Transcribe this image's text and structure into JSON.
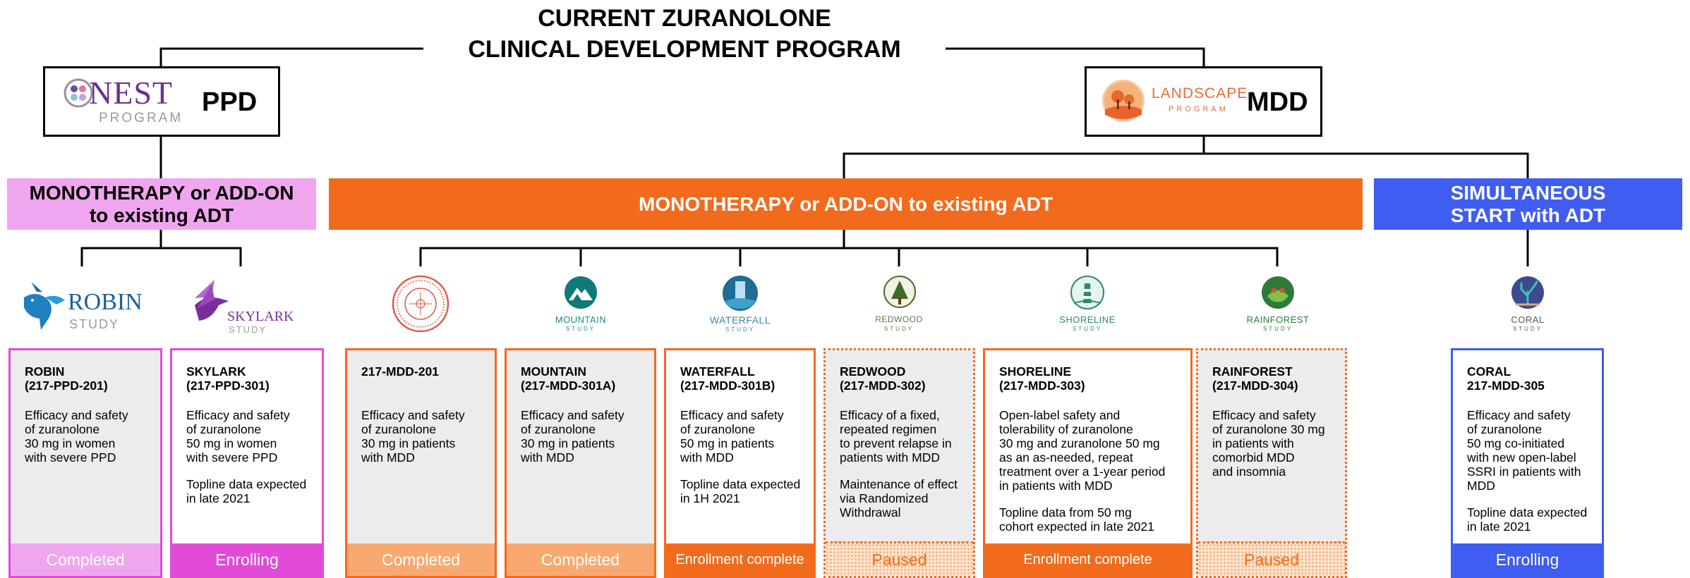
{
  "title": {
    "line1": "CURRENT ZURANOLONE",
    "line2": "CLINICAL DEVELOPMENT PROGRAM"
  },
  "colors": {
    "pink": "#f0a6ee",
    "magenta": "#e24ad8",
    "orange": "#f26b1d",
    "light_orange": "#f9a870",
    "blue": "#3f5df1",
    "grey_card": "#ececec"
  },
  "programs": {
    "nest": {
      "logo_word": "NEST",
      "logo_sub": "PROGRAM",
      "label": "PPD"
    },
    "landscape": {
      "logo_word": "LANDSCAPE",
      "logo_sub": "PROGRAM",
      "label": "MDD"
    }
  },
  "banners": {
    "ppd": "MONOTHERAPY or ADD-ON\nto existing ADT",
    "mdd": "MONOTHERAPY or ADD-ON to existing ADT",
    "simultaneous": "SIMULTANEOUS\nSTART with ADT"
  },
  "study_logos": {
    "robin": {
      "word": "ROBIN",
      "sub": "STUDY",
      "icon": "robin-bird-icon"
    },
    "skylark": {
      "word": "SKYLARK",
      "sub": "STUDY",
      "icon": "skylark-bird-icon"
    },
    "mdd201": {
      "icon": "journal-seal-icon"
    },
    "mountain": {
      "word": "MOUNTAIN",
      "sub": "STUDY",
      "icon": "mountain-icon"
    },
    "waterfall": {
      "word": "WATERFALL",
      "sub": "STUDY",
      "icon": "waterfall-icon"
    },
    "redwood": {
      "word": "REDWOOD",
      "sub": "STUDY",
      "icon": "tree-icon"
    },
    "shoreline": {
      "word": "SHORELINE",
      "sub": "STUDY",
      "icon": "lighthouse-icon"
    },
    "rainforest": {
      "word": "RAINFOREST",
      "sub": "STUDY",
      "icon": "frog-icon"
    },
    "coral": {
      "word": "CORAL",
      "sub": "STUDY",
      "icon": "coral-icon"
    }
  },
  "studies": {
    "robin": {
      "name": "ROBIN\n(217-PPD-201)",
      "desc": "Efficacy and safety\nof zuranolone\n30 mg in women\nwith severe PPD",
      "note": "",
      "status": "Completed"
    },
    "skylark": {
      "name": "SKYLARK\n(217-PPD-301)",
      "desc": "Efficacy and safety\nof zuranolone\n50 mg in women\nwith severe PPD",
      "note": "Topline data expected\nin late 2021",
      "status": "Enrolling"
    },
    "mdd201": {
      "name": "217-MDD-201",
      "desc": "Efficacy and safety\nof zuranolone\n30 mg in patients\nwith MDD",
      "note": "",
      "status": "Completed"
    },
    "mountain": {
      "name": "MOUNTAIN\n(217-MDD-301A)",
      "desc": "Efficacy and safety\nof zuranolone\n30 mg in patients\nwith MDD",
      "note": "",
      "status": "Completed"
    },
    "waterfall": {
      "name": "WATERFALL\n(217-MDD-301B)",
      "desc": "Efficacy and safety\nof zuranolone\n50 mg in patients\nwith MDD",
      "note": "Topline data expected\nin 1H 2021",
      "status": "Enrollment complete"
    },
    "redwood": {
      "name": "REDWOOD\n(217-MDD-302)",
      "desc": "Efficacy of a fixed,\nrepeated regimen\nto prevent relapse in\npatients with MDD",
      "note": "Maintenance of effect\nvia Randomized\nWithdrawal",
      "status": "Paused"
    },
    "shoreline": {
      "name": "SHORELINE\n(217-MDD-303)",
      "desc": "Open-label safety and\ntolerability of zuranolone\n30 mg and zuranolone 50 mg\nas an as-needed, repeat\ntreatment over a 1-year period\nin patients with MDD",
      "note": "Topline data from 50 mg\ncohort expected in late 2021",
      "status": "Enrollment complete"
    },
    "rainforest": {
      "name": "RAINFOREST\n(217-MDD-304)",
      "desc": "Efficacy and safety\nof zuranolone 30 mg\nin patients with\ncomorbid MDD\nand insomnia",
      "note": "",
      "status": "Paused"
    },
    "coral": {
      "name": "CORAL\n217-MDD-305",
      "desc": "Efficacy and safety\nof zuranolone\n50 mg co-initiated\nwith new open-label\nSSRI in patients with\nMDD",
      "note": "Topline data expected\nin late 2021",
      "status": "Enrolling"
    }
  }
}
